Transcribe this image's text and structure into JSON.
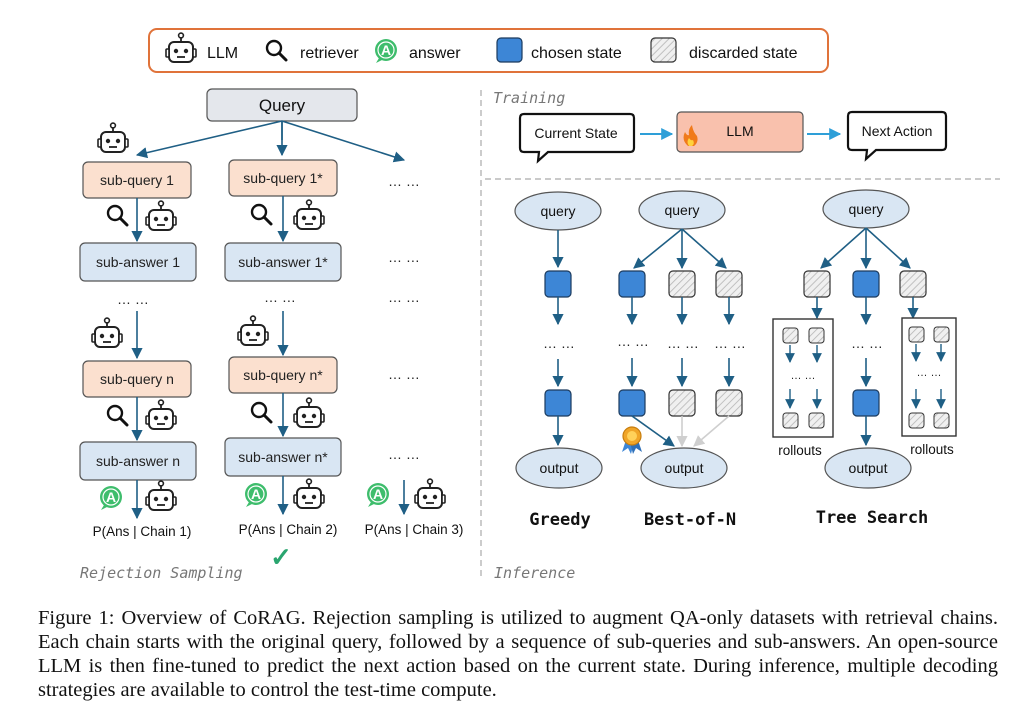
{
  "legend": {
    "llm": "LLM",
    "retriever": "retriever",
    "answer": "answer",
    "chosen": "chosen state",
    "discarded": "discarded state"
  },
  "colors": {
    "legend_border": "#e0733a",
    "chosen_fill": "#3d86d6",
    "subquery_fill": "#fbe0cf",
    "subanswer_fill": "#d9e6f3",
    "query_fill": "#e4e7ec",
    "llm_fill": "#f9c1ad",
    "arrow": "#1f5f85",
    "answer_green": "#3ebd6c",
    "check_green": "#2aa56f",
    "medal_orange": "#f0a528"
  },
  "left": {
    "query": "Query",
    "chain1": {
      "subquery1": "sub-query 1",
      "subanswer1": "sub-answer 1",
      "subqueryn": "sub-query n",
      "subanswern": "sub-answer n",
      "prob": "P(Ans | Chain 1)"
    },
    "chain2": {
      "subquery1": "sub-query 1*",
      "subanswer1": "sub-answer 1*",
      "subqueryn": "sub-query n*",
      "subanswern": "sub-answer n*",
      "prob": "P(Ans | Chain 2)"
    },
    "chain3": {
      "prob": "P(Ans | Chain 3)"
    },
    "ellipsis": "… …",
    "section_label": "Rejection Sampling",
    "check": "✓"
  },
  "training": {
    "label": "Training",
    "current_state": "Current State",
    "llm": "LLM",
    "next_action": "Next Action"
  },
  "inference": {
    "label": "Inference",
    "query": "query",
    "output": "output",
    "rollouts": "rollouts",
    "greedy": "Greedy",
    "best_of_n": "Best-of-N",
    "tree_search": "Tree Search",
    "ellipsis": "… …"
  },
  "caption": "Figure 1: Overview of CoRAG. Rejection sampling is utilized to augment QA-only datasets with retrieval chains. Each chain starts with the original query, followed by a sequence of sub-queries and sub-answers. An open-source LLM is then fine-tuned to predict the next action based on the current state. During inference, multiple decoding strategies are available to control the test-time compute."
}
